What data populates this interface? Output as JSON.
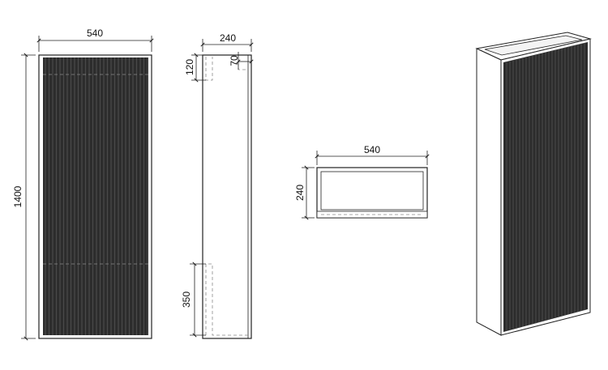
{
  "diagram": {
    "front_view": {
      "width_label": "540",
      "height_label": "1400"
    },
    "side_view": {
      "depth_label": "240",
      "top_offset_label": "120",
      "inset_label": "70",
      "bottom_offset_label": "350"
    },
    "top_view": {
      "width_label": "540",
      "depth_label": "240"
    }
  },
  "colors": {
    "line": "#222222",
    "dashed": "#888888",
    "door_dark": "#2c2c2c",
    "door_groove": "#4a4a4a",
    "cabinet_fill": "#ffffff"
  }
}
